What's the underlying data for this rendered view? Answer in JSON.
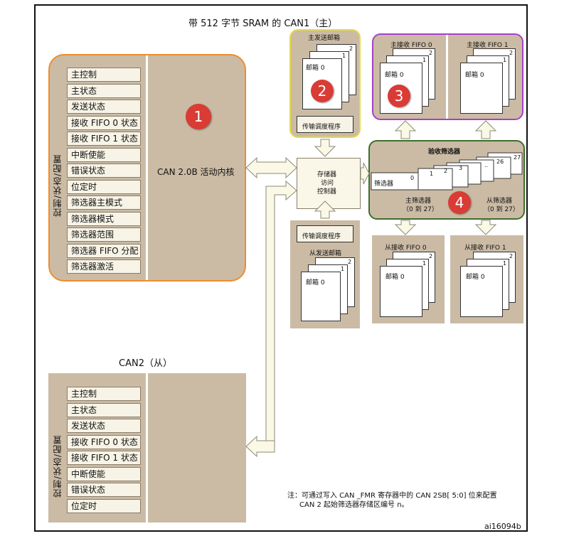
{
  "title": "带 512 字节 SRAM 的 CAN1（主）",
  "can1": {
    "side_label": "控制/状态/配置",
    "registers": [
      "主控制",
      "主状态",
      "发送状态",
      "接收 FIFO 0 状态",
      "接收 FIFO 1 状态",
      "中断使能",
      "错误状态",
      "位定时",
      "筛选器主模式",
      "筛选器模式",
      "筛选器范围",
      "筛选器 FIFO 分配",
      "筛选器激活"
    ],
    "core_label": "CAN 2.0B 活动内核",
    "badge": "1"
  },
  "master_tx": {
    "title": "主发送邮箱",
    "mailbox": "邮箱 0",
    "num1": "1",
    "num2": "2",
    "badge": "2",
    "scheduler": "传输调度程序"
  },
  "master_rx": {
    "fifo0_title": "主接收 FIFO 0",
    "fifo1_title": "主接收 FIFO 1",
    "mailbox": "邮箱 0",
    "num1": "1",
    "num2": "2",
    "badge": "3"
  },
  "memory": {
    "label1": "存储器",
    "label2": "访问",
    "label3": "控制器"
  },
  "filters": {
    "title": "验收筛选器",
    "filter_label": "筛选器",
    "nums": [
      "0",
      "1",
      "2",
      "3",
      "..",
      "26",
      "27"
    ],
    "master_label": "主筛选器",
    "master_range": "（0 到 27）",
    "slave_label": "从筛选器",
    "slave_range": "（0 到 27）",
    "badge": "4"
  },
  "slave_tx": {
    "scheduler": "传输调度程序",
    "title": "从发送邮箱",
    "mailbox": "邮箱 0",
    "num1": "1",
    "num2": "2"
  },
  "slave_rx": {
    "fifo0_title": "从接收 FIFO 0",
    "fifo1_title": "从接收 FIFO 1",
    "mailbox": "邮箱 0",
    "num1": "1",
    "num2": "2"
  },
  "can2": {
    "title": "CAN2（从）",
    "side_label": "控制/状态/配置",
    "registers": [
      "主控制",
      "主状态",
      "发送状态",
      "接收 FIFO 0 状态",
      "接收 FIFO 1 状态",
      "中断使能",
      "错误状态",
      "位定时"
    ]
  },
  "note": {
    "line1": "注：可通过写入 CAN _FMR 寄存器中的 CAN 2SB[ 5:0] 位来配置",
    "line2": "CAN 2 起始筛选器存储区编号 n。"
  },
  "figure_id": "ai16094b"
}
